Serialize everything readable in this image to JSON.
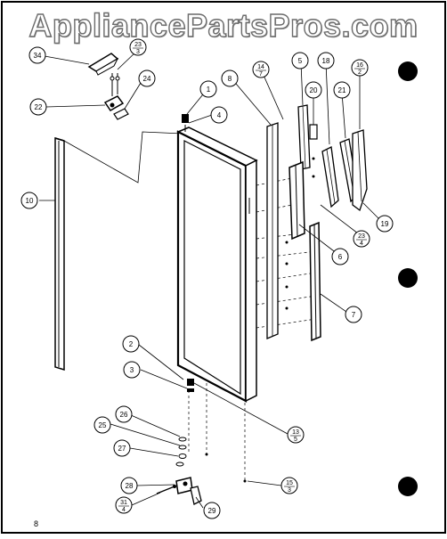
{
  "watermark": "AppliancePartsPros.com",
  "page_code": "8",
  "callouts": {
    "c34": "34",
    "c23a_num": "23",
    "c23a_den": "3",
    "c22": "22",
    "c24": "24",
    "c1": "1",
    "c4": "4",
    "c8": "8",
    "c14_num": "14",
    "c14_den": "7",
    "c5": "5",
    "c18": "18",
    "c16_num": "16",
    "c16_den": "2",
    "c20": "20",
    "c21": "21",
    "c10": "10",
    "c19": "19",
    "c23b_num": "23",
    "c23b_den": "4",
    "c6": "6",
    "c7": "7",
    "c2": "2",
    "c3": "3",
    "c13_num": "13",
    "c13_den": "5",
    "c26": "26",
    "c25": "25",
    "c27": "27",
    "c28": "28",
    "c31_num": "31",
    "c31_den": "4",
    "c29": "29",
    "c15_num": "15",
    "c15_den": "3"
  },
  "colors": {
    "ink": "#000000",
    "paper": "#ffffff",
    "watermark": "#6b6b6b"
  }
}
